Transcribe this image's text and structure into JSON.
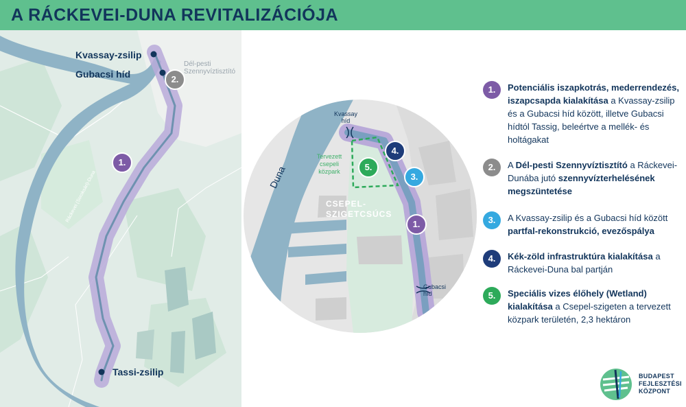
{
  "title": "A RÁCKEVEI-DUNA REVITALIZÁCIÓJA",
  "colors": {
    "header_green": "#5fc08e",
    "navy": "#12355b",
    "purple": "#7d5ba6",
    "grey": "#8c8c8c",
    "light_blue": "#35a9e0",
    "dark_blue": "#1e3c7a",
    "green": "#2daa5a",
    "river_blue": "#8fb3c6",
    "land_green": "#c9e3d4"
  },
  "main_map": {
    "labels": {
      "kvassay": "Kvassay-zsilip",
      "gubacsi": "Gubacsi híd",
      "delpesti": "Dél-pesti Szennyvíztisztító",
      "tassi": "Tassi-zsilip",
      "river": "Ráckevei (Soroksári)-Duna"
    },
    "badges": [
      "1.",
      "2."
    ]
  },
  "inset_map": {
    "labels": {
      "kvassay_hid": "Kvassay híd",
      "gubacsi_hid": "Gubacsi híd",
      "kozpark": "Tervezett csepeli közpark",
      "duna": "Duna",
      "district": "CSEPEL- SZIGETCSÚCS"
    },
    "badges": [
      "1.",
      "3.",
      "4.",
      "5."
    ]
  },
  "legend": [
    {
      "num": "1.",
      "color": "#7d5ba6",
      "bold1": "Potenciális iszapkotrás, mederrendezés, iszapcsapda kialakítása",
      "text1": " a Kvassay-zsilip és a Gubacsi híd között, illetve Gubacsi hídtól Tassig, beleértve a mellék- és holtágakat",
      "bold2": "",
      "text2": ""
    },
    {
      "num": "2.",
      "color": "#8c8c8c",
      "bold1": "",
      "text1": "A ",
      "bold2": "Dél-pesti Szennyvíztisztító",
      "text2": " a Ráckevei-Dunába jutó ",
      "bold3": "szennyvízterhelésének megszüntetése"
    },
    {
      "num": "3.",
      "color": "#35a9e0",
      "bold1": "",
      "text1": "A Kvassay-zsilip és a Gubacsi híd között ",
      "bold2": "partfal-rekonstrukció, evezőspálya",
      "text2": ""
    },
    {
      "num": "4.",
      "color": "#1e3c7a",
      "bold1": "Kék-zöld infrastruktúra kialakítása",
      "text1": " a Ráckevei-Duna bal partján",
      "bold2": "",
      "text2": ""
    },
    {
      "num": "5.",
      "color": "#2daa5a",
      "bold1": "Speciális vizes élőhely (Wetland) kialakítása",
      "text1": " a Csepel-szigeten a tervezett közpark területén, 2,3 hektáron",
      "bold2": "",
      "text2": ""
    }
  ],
  "logo": {
    "line1": "BUDAPEST",
    "line2": "FEJLESZTÉSI",
    "line3": "KÖZPONT"
  }
}
